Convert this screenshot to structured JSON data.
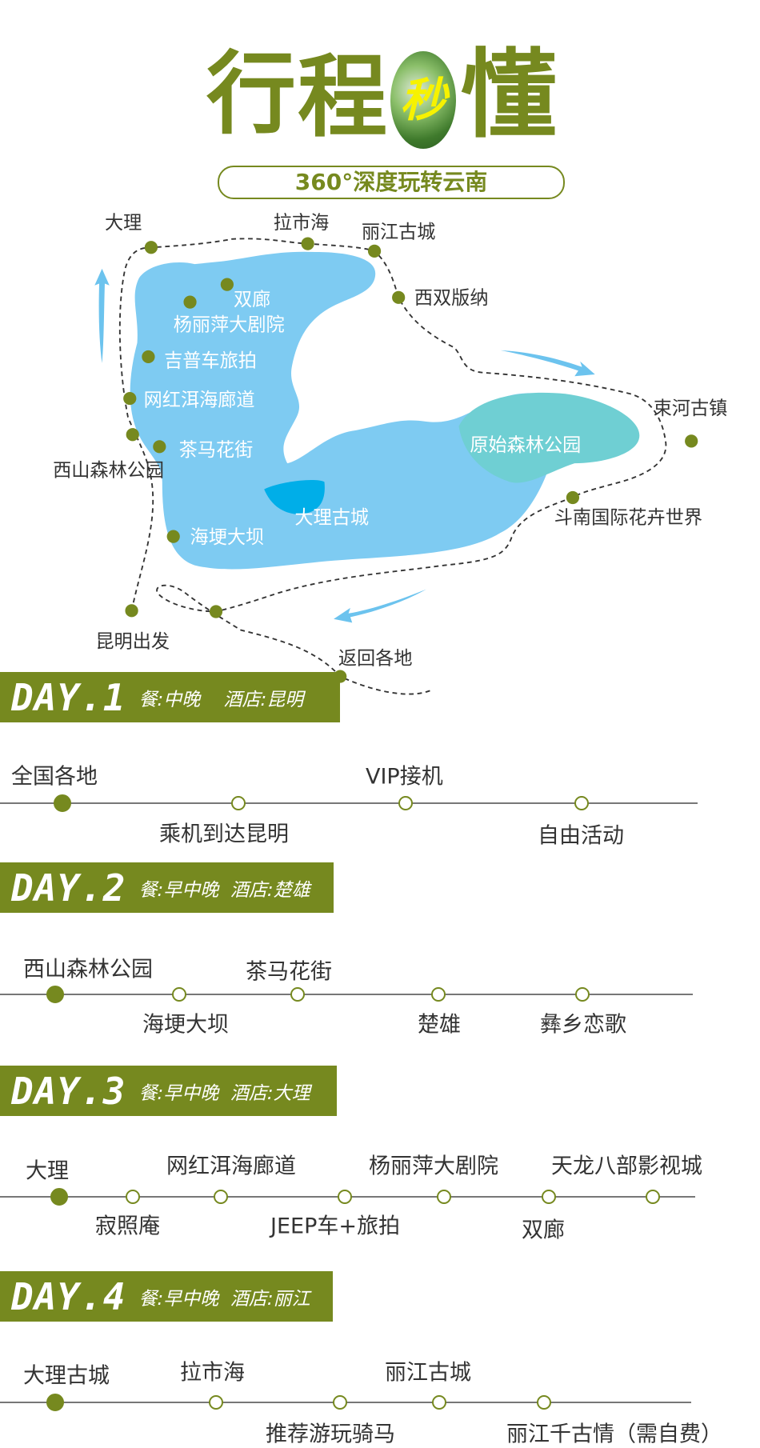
{
  "header": {
    "logo_chars": [
      "行",
      "程",
      "秒",
      "懂"
    ],
    "subtitle": "360°深度玩转云南"
  },
  "map": {
    "labels": {
      "dali": "大理",
      "lashihai": "拉市海",
      "lijiang_old_town": "丽江古城",
      "xishuangbanna": "西双版纳",
      "shuanglang": "双廊",
      "yangliping_theatre": "杨丽萍大剧院",
      "jeep_photo": "吉普车旅拍",
      "erhai_corridor": "网红洱海廊道",
      "xishan_park": "西山森林公园",
      "chama_street": "茶马花街",
      "haigeng_dam": "海埂大坝",
      "dali_old_town": "大理古城",
      "primeval_forest": "原始森林公园",
      "shuhe_town": "束河古镇",
      "dounan_flower": "斗南国际花卉世界",
      "kunming_depart": "昆明出发",
      "return": "返回各地"
    }
  },
  "days": [
    {
      "day": "DAY.1",
      "info": "餐:中晚    酒店:昆明",
      "stops": [
        "全国各地",
        "乘机到达昆明",
        "VIP接机",
        "自由活动"
      ]
    },
    {
      "day": "DAY.2",
      "info": "餐:早中晚  酒店:楚雄",
      "stops": [
        "西山森林公园",
        "海埂大坝",
        "茶马花街",
        "楚雄",
        "彝乡恋歌"
      ]
    },
    {
      "day": "DAY.3",
      "info": "餐:早中晚  酒店:大理",
      "stops": [
        "大理",
        "寂照庵",
        "网红洱海廊道",
        "JEEP车+旅拍",
        "杨丽萍大剧院",
        "双廊",
        "天龙八部影视城"
      ]
    },
    {
      "day": "DAY.4",
      "info": "餐:早中晚  酒店:丽江",
      "stops": [
        "大理古城",
        "拉市海",
        "推荐游玩骑马",
        "丽江古城",
        "丽江千古情（需自费）"
      ]
    }
  ],
  "colors": {
    "brand_green": "#76891f",
    "lake_blue": "#7ecbf2",
    "forest_teal": "#6fcfd3",
    "arrow_blue": "#6cc3ee"
  }
}
